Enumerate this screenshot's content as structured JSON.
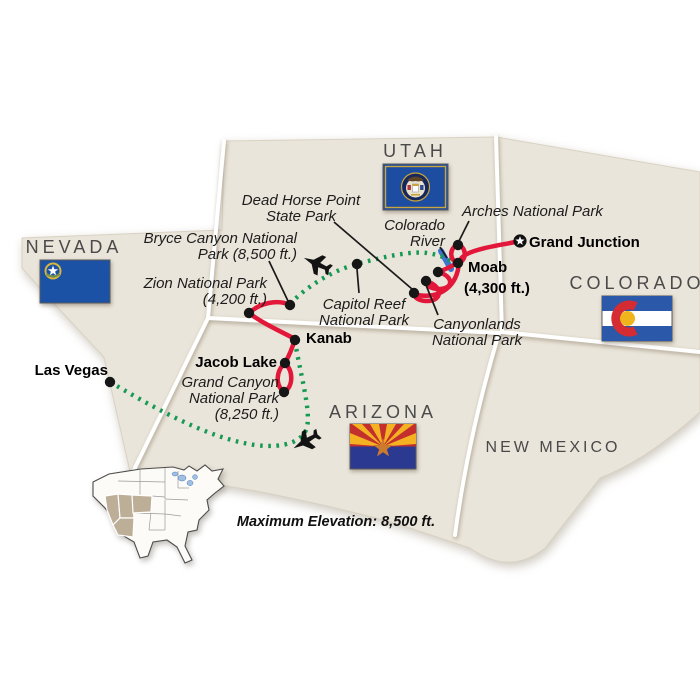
{
  "state_labels": {
    "utah": "UTAH",
    "nevada": "NEVADA",
    "colorado": "COLORADO",
    "arizona": "ARIZONA",
    "new_mexico": "NEW MEXICO"
  },
  "city_labels": {
    "las_vegas": "Las Vegas",
    "grand_junction": "Grand Junction",
    "moab": "Moab",
    "moab_elevation": "(4,300 ft.)",
    "kanab": "Kanab",
    "jacob_lake": "Jacob Lake"
  },
  "park_labels": {
    "arches": "Arches National Park",
    "dead_horse_1": "Dead Horse Point",
    "dead_horse_2": "State Park",
    "colorado_river_1": "Colorado",
    "colorado_river_2": "River",
    "bryce_1": "Bryce Canyon National",
    "bryce_2": "Park (8,500 ft.)",
    "zion_1": "Zion National Park",
    "zion_2": "(4,200 ft.)",
    "capitol_reef_1": "Capitol Reef",
    "capitol_reef_2": "National Park",
    "canyonlands_1": "Canyonlands",
    "canyonlands_2": "National Park",
    "grand_canyon_1": "Grand Canyon",
    "grand_canyon_2": "National Park",
    "grand_canyon_3": "(8,250 ft.)"
  },
  "footnote": "Maximum Elevation: 8,500 ft.",
  "colors": {
    "route_coach": "#e2173a",
    "route_flight": "#149a52",
    "river": "#3c74cf",
    "land": "#eae5da",
    "stop_dot": "#161616",
    "leader": "#1a1a1a",
    "highlight_states": "#bdae98",
    "flag_utah_blue": "#1d4da0",
    "flag_nevada_blue": "#1b52a5",
    "flag_colorado_blue": "#2b58a8",
    "flag_colorado_red": "#d52b32",
    "flag_colorado_gold": "#f0b41c",
    "flag_arizona_red": "#c32f2c",
    "flag_arizona_gold": "#f4b223",
    "flag_arizona_blue": "#2b3990",
    "flag_arizona_copper": "#cc7a2e"
  },
  "icons": {
    "airplane": "airplane-icon",
    "city_star": "star-city-marker-icon",
    "stop": "stop-dot",
    "inset": "us-inset-map"
  }
}
